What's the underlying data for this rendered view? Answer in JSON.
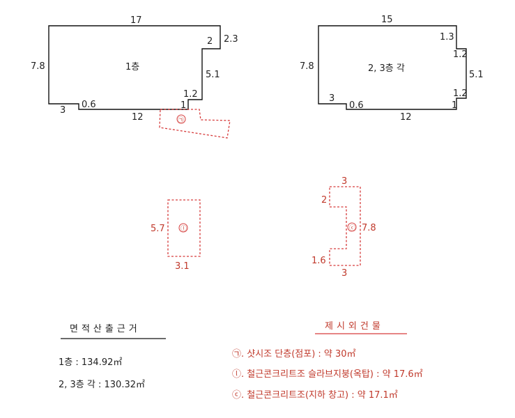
{
  "floor1": {
    "label": "1층",
    "dims": {
      "top": "17",
      "left": "7.8",
      "right_top": "2",
      "right_top_outer": "2.3",
      "right_mid": "5.1",
      "right_step": "1.2",
      "right_bottom": "1",
      "bottom_left": "3",
      "bottom_step": "0.6",
      "bottom": "12"
    }
  },
  "floor23": {
    "label": "2, 3층 각",
    "dims": {
      "top": "15",
      "left": "7.8",
      "right_top": "1.3",
      "right_upper_step": "1.2",
      "right_mid": "5.1",
      "right_lower_step": "1.2",
      "right_bottom": "1",
      "bottom_left": "3",
      "bottom_step": "0.6",
      "bottom": "12"
    }
  },
  "annex_a": {
    "symbol": "㉠"
  },
  "annex_b": {
    "symbol": "ⓛ",
    "width": "3.1",
    "height": "5.7"
  },
  "annex_c": {
    "symbol": "ⓒ",
    "top": "3",
    "upper_left": "2",
    "right": "7.8",
    "lower_left": "1.6",
    "bottom": "3"
  },
  "area_basis": {
    "title": "면적산출근거",
    "rows": [
      {
        "label": "1층 : 134.92㎡"
      },
      {
        "label": "2, 3층 각 : 130.32㎡"
      }
    ]
  },
  "excluded": {
    "title": "제시외건물",
    "rows": [
      {
        "label": "㉠. 샷시조 단층(점포) : 약 30㎡"
      },
      {
        "label": "ⓛ. 철근콘크리트조 슬라브지붕(옥탑) : 약 17.6㎡"
      },
      {
        "label": "ⓒ. 철근콘크리트조(지하 창고) : 약 17.1㎡"
      }
    ]
  },
  "colors": {
    "line": "#111111",
    "annex": "#d63b3b",
    "annex_text": "#c0392b"
  }
}
